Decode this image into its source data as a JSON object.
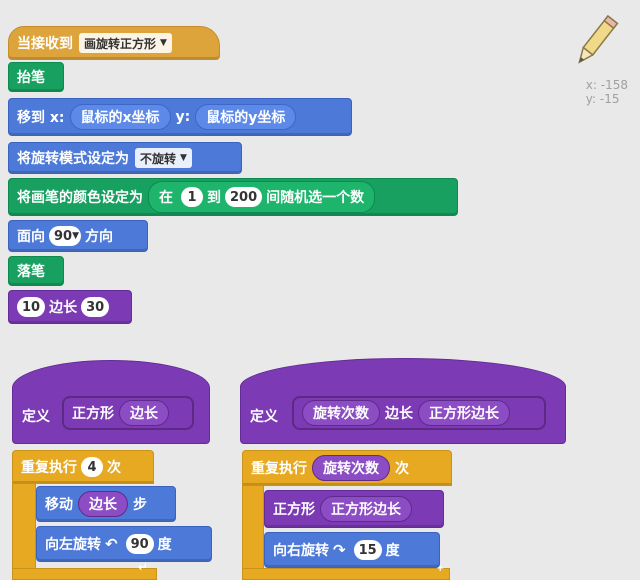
{
  "colors": {
    "events": "#dda43c",
    "pen": "#17a05f",
    "motion": "#4d79d8",
    "more_blocks": "#7c3bb4",
    "control": "#e6a921",
    "background": "#e9e9e9"
  },
  "sprite": {
    "icon": "pencil-icon",
    "x_label": "x: -158",
    "y_label": "y: -15"
  },
  "script_main": {
    "when_receive": {
      "label": "当接收到",
      "message": "画旋转正方形"
    },
    "pen_up": "抬笔",
    "goto": {
      "label": "移到 x:",
      "x_reporter": "鼠标的x坐标",
      "y_label": "y:",
      "y_reporter": "鼠标的y坐标"
    },
    "rotation_style": {
      "label": "将旋转模式设定为",
      "value": "不旋转"
    },
    "pen_color": {
      "label": "将画笔的颜色设定为",
      "random": {
        "pre": "在",
        "from": "1",
        "to_label": "到",
        "to": "200",
        "post": "间随机选一个数"
      }
    },
    "point_direction": {
      "label": "面向",
      "value": "90",
      "suffix": "方向"
    },
    "pen_down": "落笔",
    "custom_call": {
      "count": "10",
      "label": "边长",
      "size": "30"
    }
  },
  "define_square": {
    "define_label": "定义",
    "proc_name": "正方形",
    "param": "边长",
    "repeat": {
      "label": "重复执行",
      "count": "4",
      "suffix": "次"
    },
    "move": {
      "label": "移动",
      "param": "边长",
      "suffix": "步"
    },
    "turn_left": {
      "label": "向左旋转",
      "value": "90",
      "suffix": "度"
    }
  },
  "define_rotate": {
    "define_label": "定义",
    "param1": "旋转次数",
    "mid_label": "边长",
    "param2": "正方形边长",
    "repeat": {
      "label": "重复执行",
      "param": "旋转次数",
      "suffix": "次"
    },
    "call_square": {
      "label": "正方形",
      "param": "正方形边长"
    },
    "turn_right": {
      "label": "向右旋转",
      "value": "15",
      "suffix": "度"
    }
  }
}
